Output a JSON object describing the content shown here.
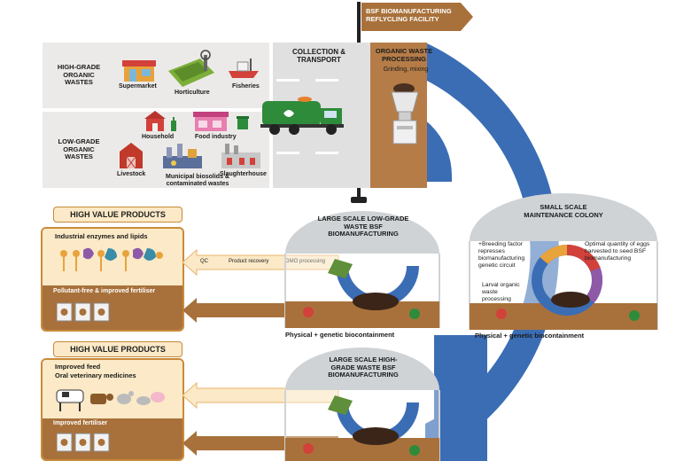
{
  "facility": {
    "title": "BSF BIOMANUFACTURING REFLYCLING FACILITY"
  },
  "sources": {
    "high_grade": {
      "title": "HIGH-GRADE ORGANIC WASTES",
      "items": [
        "Supermarket",
        "Horticulture",
        "Fisheries"
      ]
    },
    "low_grade": {
      "title": "LOW-GRADE ORGANIC WASTES",
      "items": [
        "Household",
        "Food industry",
        "Livestock",
        "Municipal biosolids & contaminated wastes",
        "Slaughterhouse"
      ]
    }
  },
  "stages": {
    "collection": "COLLECTION & TRANSPORT",
    "processing_title": "ORGANIC WASTE PROCESSING",
    "processing_sub": "Grinding, mixing"
  },
  "low_facility": {
    "title": "LARGE SCALE LOW-GRADE WASTE BSF BIOMANUFACTURING",
    "steps": [
      "QC",
      "Product recovery",
      "GMO processing"
    ],
    "containment": "Physical + genetic biocontainment"
  },
  "high_facility": {
    "title": "LARGE SCALE HIGH-GRADE WASTE BSF BIOMANUFACTURING"
  },
  "colony": {
    "title": "SMALL SCALE MAINTENANCE COLONY",
    "left_note": "+Breeding factor represses biomanufacturing genetic circuit",
    "right_note": "Optimal quantity of eggs harvested to seed BSF biomanufacturing",
    "larval_note": "Larval organic waste processing",
    "containment": "Physical + genetic biocontainment"
  },
  "products_low": {
    "title": "HIGH VALUE PRODUCTS",
    "top": "Industrial enzymes and lipids",
    "bottom": "Pollutant-free & improved fertiliser"
  },
  "products_high": {
    "title": "HIGH VALUE PRODUCTS",
    "top1": "Improved feed",
    "top2": "Oral veterinary medicines",
    "bottom": "Improved fertiliser"
  },
  "colors": {
    "blue": "#3b6db5",
    "brown": "#a8713b",
    "tan": "#fbe9c7",
    "dome": "#cfd3d6",
    "green": "#2e8b3a"
  }
}
